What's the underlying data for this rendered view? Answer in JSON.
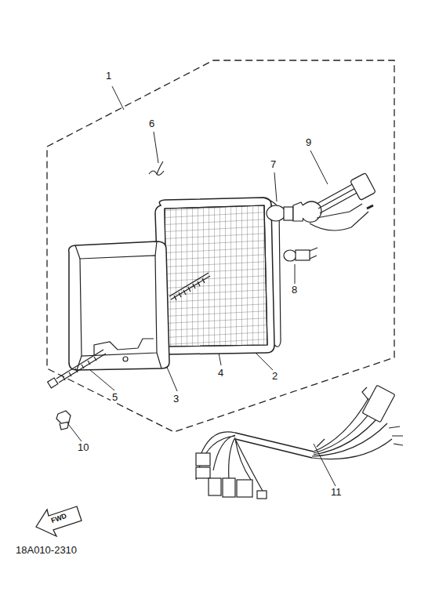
{
  "diagram": {
    "labels": [
      "1",
      "2",
      "3",
      "4",
      "5",
      "6",
      "7",
      "8",
      "9",
      "10",
      "11",
      "FWD",
      "18A010-2310"
    ]
  }
}
